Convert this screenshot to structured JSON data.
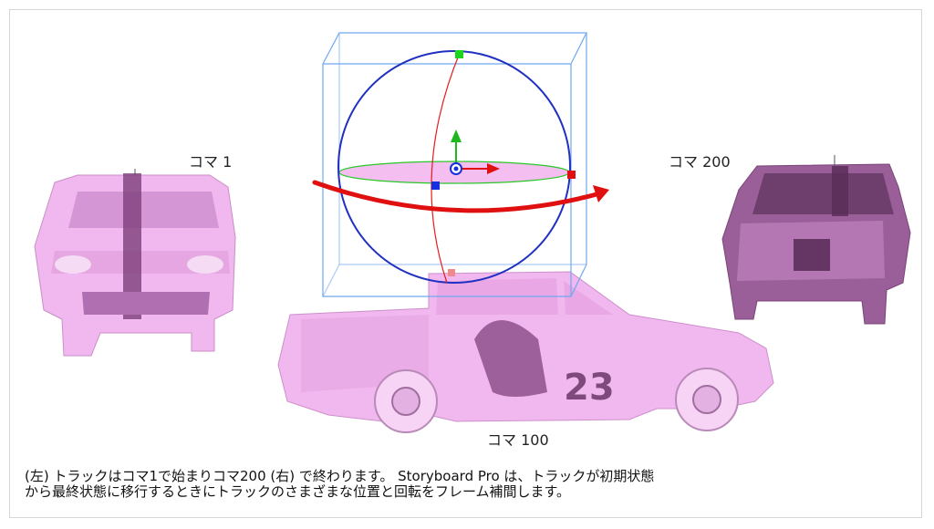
{
  "frames": {
    "left_label": "コマ 1",
    "right_label": "コマ 200",
    "middle_label": "コマ 100"
  },
  "truck": {
    "number_decal": "23"
  },
  "caption": {
    "line1": "(左) トラックはコマ1で始まりコマ200 (右) で終わります。  Storyboard Pro は、トラックが初期状態",
    "line2": "から最終状態に移行するときにトラックのさまざまな位置と回転をフレーム補間します。"
  },
  "colors": {
    "truck_body": "#f1b8ef",
    "truck_dark": "#8a4a86",
    "gizmo_box": "#6fa9ee",
    "rotation_arrow": "#e01010",
    "ring_blue": "#2030c0",
    "ring_green": "#29c829",
    "axis_red": "#e81c1c",
    "disc_pink": "#f3b3ef"
  }
}
